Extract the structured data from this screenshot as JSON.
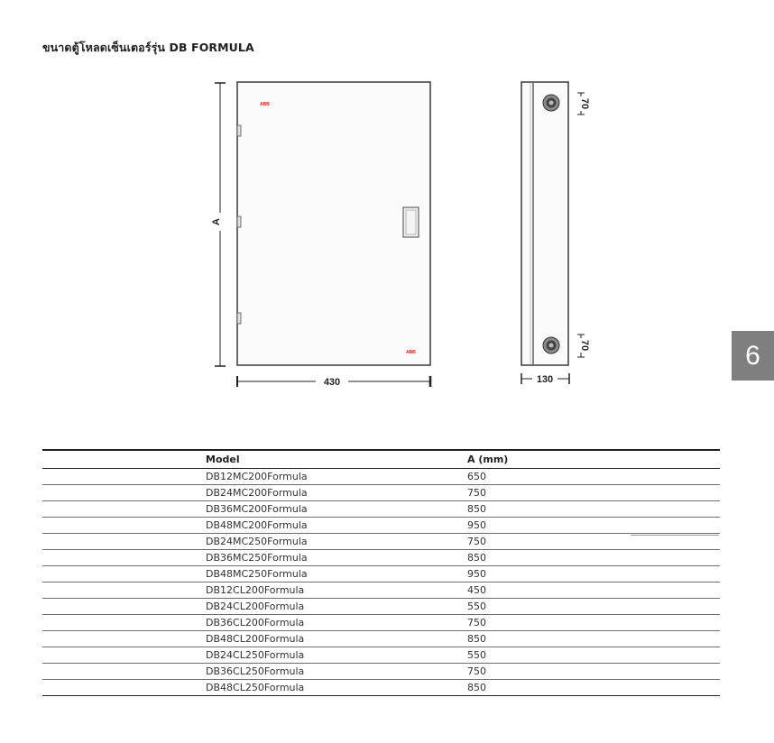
{
  "title": "ขนาดตู้โหลดเซ็นเตอร์รุ่น DB FORMULA",
  "drawing": {
    "front_height_label": "A",
    "front_width_label": "430",
    "side_depth_label": "130",
    "top_offset_label": "70",
    "bottom_offset_label": "70",
    "logo_text_top": "ABB",
    "logo_text_bottom": "ABB"
  },
  "chapter_tab": "6",
  "table": {
    "headers": {
      "model": "Model",
      "a": "A (mm)"
    },
    "rows": [
      {
        "model": "DB12MC200Formula",
        "a": "650"
      },
      {
        "model": "DB24MC200Formula",
        "a": "750"
      },
      {
        "model": "DB36MC200Formula",
        "a": "850"
      },
      {
        "model": "DB48MC200Formula",
        "a": "950"
      },
      {
        "model": "DB24MC250Formula",
        "a": "750"
      },
      {
        "model": "DB36MC250Formula",
        "a": "850"
      },
      {
        "model": "DB48MC250Formula",
        "a": "950"
      },
      {
        "model": "DB12CL200Formula",
        "a": "450"
      },
      {
        "model": "DB24CL200Formula",
        "a": "550"
      },
      {
        "model": "DB36CL200Formula",
        "a": "750"
      },
      {
        "model": "DB48CL200Formula",
        "a": "850"
      },
      {
        "model": "DB24CL250Formula",
        "a": "550"
      },
      {
        "model": "DB36CL250Formula",
        "a": "750"
      },
      {
        "model": "DB48CL250Formula",
        "a": "850"
      }
    ]
  }
}
